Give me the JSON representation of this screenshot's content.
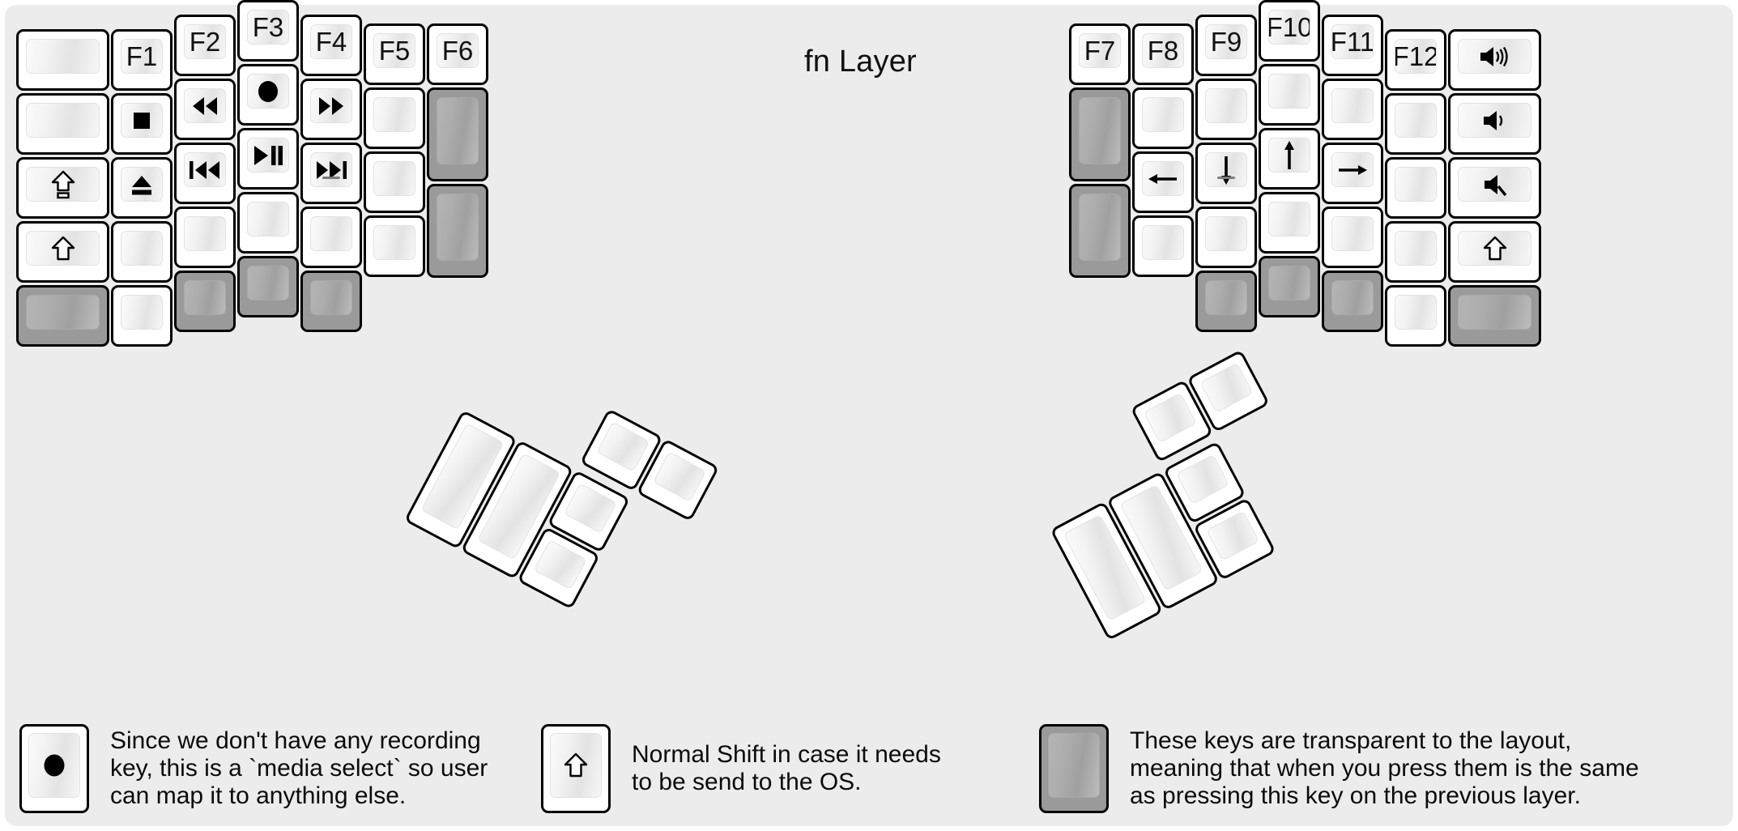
{
  "title": "fn Layer",
  "colors": {
    "background": "#ececec",
    "key_face": "#ffffff",
    "key_border": "#000000",
    "transparent_key": "#9a9a9a",
    "text": "#111111"
  },
  "left_half": {
    "columns": [
      {
        "name": "pinky-outer",
        "keys": [
          {
            "label": "",
            "icon": ""
          },
          {
            "label": "",
            "icon": ""
          },
          {
            "label": "",
            "icon": "caps-lock-icon"
          },
          {
            "label": "",
            "icon": "shift-icon"
          },
          {
            "label": "",
            "icon": "",
            "transparent": true
          }
        ]
      },
      {
        "name": "pinky",
        "keys": [
          {
            "label": "F1",
            "icon": ""
          },
          {
            "label": "",
            "icon": "media-stop-icon"
          },
          {
            "label": "",
            "icon": "media-eject-icon"
          },
          {
            "label": "",
            "icon": ""
          },
          {
            "label": "",
            "icon": ""
          }
        ]
      },
      {
        "name": "ring",
        "keys": [
          {
            "label": "F2",
            "icon": ""
          },
          {
            "label": "",
            "icon": "media-rewind-icon"
          },
          {
            "label": "",
            "icon": "media-previous-track-icon"
          },
          {
            "label": "",
            "icon": ""
          },
          {
            "label": "",
            "icon": "",
            "transparent": true
          }
        ]
      },
      {
        "name": "middle",
        "keys": [
          {
            "label": "F3",
            "icon": ""
          },
          {
            "label": "",
            "icon": "media-record-icon"
          },
          {
            "label": "",
            "icon": "media-play-pause-icon"
          },
          {
            "label": "",
            "icon": ""
          },
          {
            "label": "",
            "icon": "",
            "transparent": true
          }
        ]
      },
      {
        "name": "index",
        "keys": [
          {
            "label": "F4",
            "icon": ""
          },
          {
            "label": "",
            "icon": "media-fast-forward-icon"
          },
          {
            "label": "",
            "icon": "media-next-track-icon",
            "homing": true
          },
          {
            "label": "",
            "icon": ""
          },
          {
            "label": "",
            "icon": "",
            "transparent": true
          }
        ]
      },
      {
        "name": "inner",
        "keys": [
          {
            "label": "F5",
            "icon": ""
          },
          {
            "label": "",
            "icon": ""
          },
          {
            "label": "",
            "icon": ""
          },
          {
            "label": "",
            "icon": ""
          }
        ]
      },
      {
        "name": "inner-extra",
        "keys": [
          {
            "label": "F6",
            "icon": ""
          },
          {
            "label": "",
            "icon": "",
            "transparent": true
          },
          {
            "label": "",
            "icon": "",
            "transparent": true
          }
        ]
      }
    ]
  },
  "right_half": {
    "columns": [
      {
        "name": "inner-extra",
        "keys": [
          {
            "label": "F7",
            "icon": ""
          },
          {
            "label": "",
            "icon": "",
            "transparent": true
          },
          {
            "label": "",
            "icon": "",
            "transparent": true
          }
        ]
      },
      {
        "name": "inner",
        "keys": [
          {
            "label": "F8",
            "icon": ""
          },
          {
            "label": "",
            "icon": ""
          },
          {
            "label": "",
            "icon": "arrow-left-icon"
          },
          {
            "label": "",
            "icon": ""
          }
        ]
      },
      {
        "name": "index",
        "keys": [
          {
            "label": "F9",
            "icon": ""
          },
          {
            "label": "",
            "icon": ""
          },
          {
            "label": "",
            "icon": "arrow-down-icon",
            "homing": true
          },
          {
            "label": "",
            "icon": ""
          },
          {
            "label": "",
            "icon": "",
            "transparent": true
          }
        ]
      },
      {
        "name": "middle",
        "keys": [
          {
            "label": "F10",
            "icon": ""
          },
          {
            "label": "",
            "icon": ""
          },
          {
            "label": "",
            "icon": "arrow-up-icon"
          },
          {
            "label": "",
            "icon": ""
          },
          {
            "label": "",
            "icon": "",
            "transparent": true
          }
        ]
      },
      {
        "name": "ring",
        "keys": [
          {
            "label": "F11",
            "icon": ""
          },
          {
            "label": "",
            "icon": ""
          },
          {
            "label": "",
            "icon": "arrow-right-icon"
          },
          {
            "label": "",
            "icon": ""
          },
          {
            "label": "",
            "icon": "",
            "transparent": true
          }
        ]
      },
      {
        "name": "pinky",
        "keys": [
          {
            "label": "F12",
            "icon": ""
          },
          {
            "label": "",
            "icon": ""
          },
          {
            "label": "",
            "icon": ""
          },
          {
            "label": "",
            "icon": ""
          },
          {
            "label": "",
            "icon": ""
          }
        ]
      },
      {
        "name": "pinky-outer",
        "keys": [
          {
            "label": "",
            "icon": "volume-up-icon"
          },
          {
            "label": "",
            "icon": "volume-down-icon"
          },
          {
            "label": "",
            "icon": "volume-mute-icon"
          },
          {
            "label": "",
            "icon": "shift-icon"
          },
          {
            "label": "",
            "icon": "",
            "transparent": true
          }
        ]
      }
    ]
  },
  "thumb_clusters": {
    "left": {
      "key_count": 6,
      "labels": [
        "",
        "",
        "",
        "",
        "",
        ""
      ]
    },
    "right": {
      "key_count": 6,
      "labels": [
        "",
        "",
        "",
        "",
        "",
        ""
      ]
    }
  },
  "footer_legend": [
    {
      "key_icon": "media-record-icon",
      "key_style": "normal",
      "lines": [
        "Since we don't have any recording",
        "key, this is a `media select` so user",
        "can map it to anything else."
      ]
    },
    {
      "key_icon": "shift-icon",
      "key_style": "normal",
      "lines": [
        "Normal Shift in case it needs",
        "to be send to the OS."
      ]
    },
    {
      "key_icon": "",
      "key_style": "transparent",
      "lines": [
        "These keys are transparent to the layout,",
        "meaning that when you press them is the same",
        "as pressing this key on the previous layer."
      ]
    }
  ]
}
